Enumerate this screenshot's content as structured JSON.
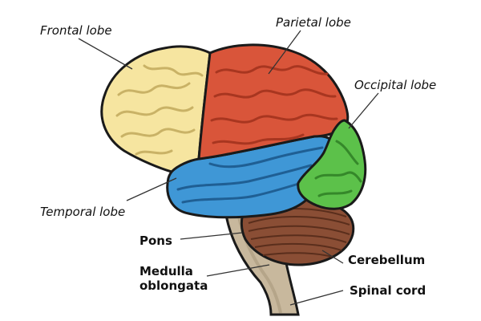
{
  "labels": {
    "frontal": "Frontal lobe",
    "parietal": "Parietal lobe",
    "occipital": "Occipital lobe",
    "temporal": "Temporal lobe",
    "pons": "Pons",
    "medulla_line1": "Medulla",
    "medulla_line2": "oblongata",
    "cerebellum": "Cerebellum",
    "spinal_cord": "Spinal cord"
  },
  "colors": {
    "frontal": "#f6e5a0",
    "parietal": "#d9553a",
    "occipital": "#5cc14a",
    "temporal": "#3f97d6",
    "cerebellum": "#8a4e35",
    "brainstem": "#c8b89d",
    "outline": "#1a1a1a"
  }
}
